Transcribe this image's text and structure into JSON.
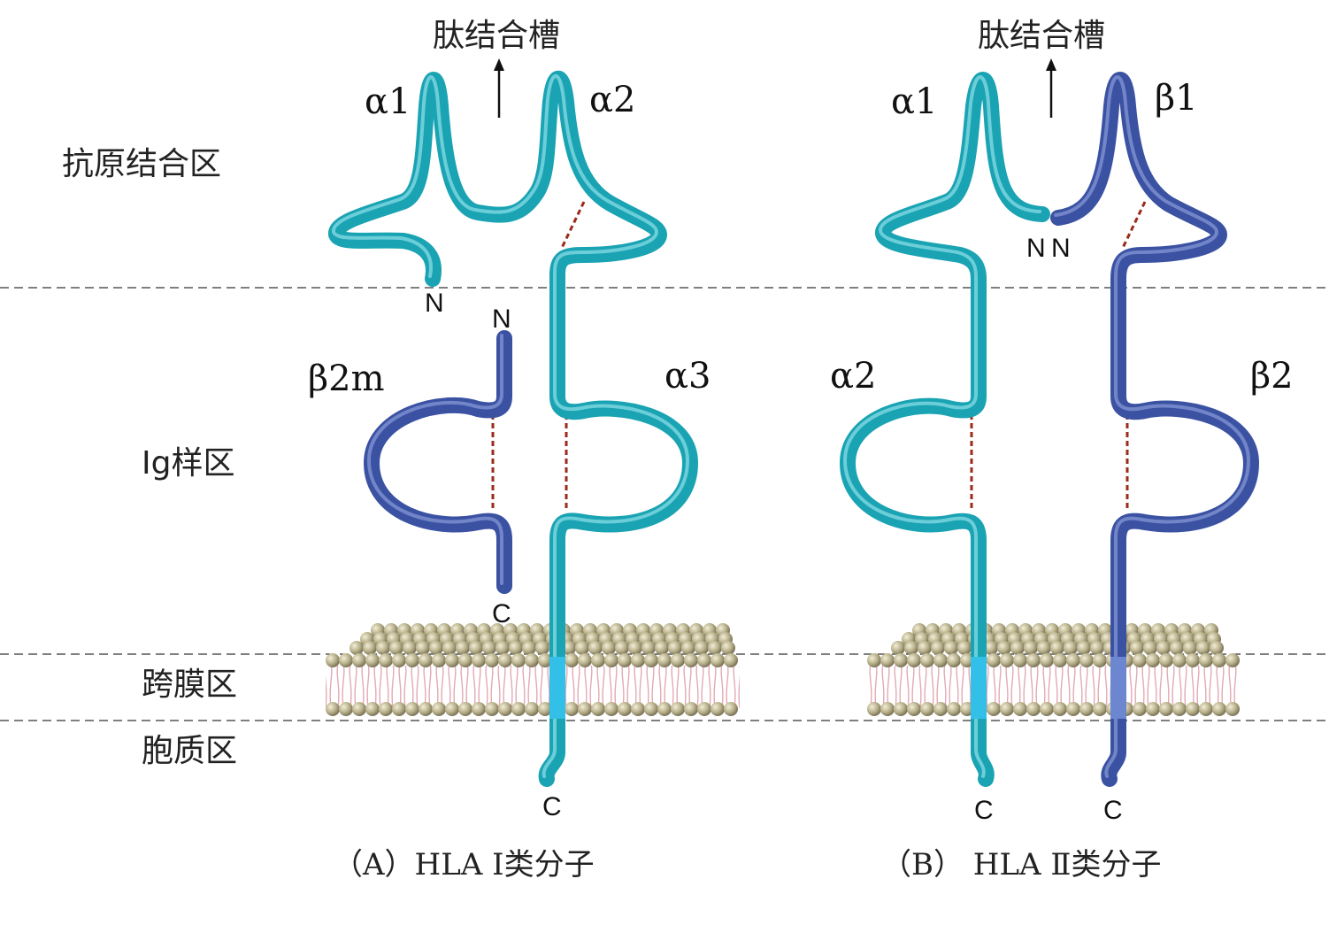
{
  "regions": {
    "antigen_binding": "抗原结合区",
    "ig_like": "Ig样区",
    "transmembrane": "跨膜区",
    "cytoplasmic": "胞质区"
  },
  "panel_a": {
    "groove_label": "肽结合槽",
    "alpha1": "α1",
    "alpha2": "α2",
    "alpha3": "α3",
    "beta2m": "β2m",
    "n_heavy": "N",
    "n_b2m": "N",
    "c_b2m": "C",
    "c_heavy": "C",
    "caption": "（A）HLA Ⅰ类分子"
  },
  "panel_b": {
    "groove_label": "肽结合槽",
    "alpha1": "α1",
    "beta1": "β1",
    "alpha2": "α2",
    "beta2": "β2",
    "n_alpha": "N",
    "n_beta": "N",
    "c_alpha": "C",
    "c_beta": "C",
    "caption": "（B） HLA Ⅱ类分子"
  },
  "colors": {
    "alpha_chain": "#1aa3b3",
    "alpha_highlight": "#7fd8e2",
    "beta_chain": "#3b52a3",
    "beta_highlight": "#8a9bd8",
    "disulfide": "#9b2b1a",
    "lipid_head": "#b8b08a",
    "lipid_tail": "#e8b9c2",
    "divider": "#333333"
  }
}
